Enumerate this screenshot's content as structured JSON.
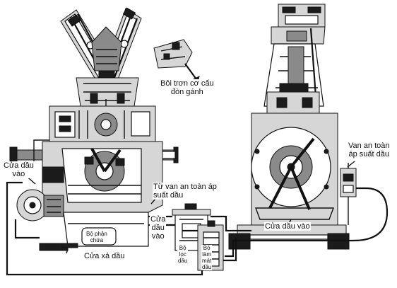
{
  "labels": {
    "rocker_lubrication": "Bôi trơn cơ cấu\nđòn gánh",
    "oil_inlet_left": "Cửa dầu\nvào",
    "safety_valve_left": "Từ van an toàn áp\nsuất dầu",
    "drain_port": "Cửa xả dầu",
    "storage_unit": "Bộ phận\nchứa",
    "oil_inlet_mid": "Cửa\ndầu\nvào",
    "oil_filter": "Bộ\nlọc\ndầu",
    "oil_cooler": "Bộ\nlàm\nmát\ndầu",
    "safety_valve_right": "Van an toàn\náp suất dầu",
    "oil_inlet_right": "Cửa dầu vào"
  }
}
